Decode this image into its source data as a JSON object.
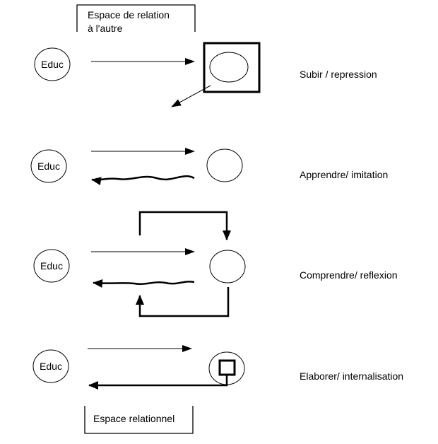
{
  "top_box": {
    "line1": "Espace de relation",
    "line2": "à l'autre"
  },
  "bottom_box": {
    "label": "Espace relationnel"
  },
  "rows": [
    {
      "source": "Educ",
      "stage": "Subir / repression"
    },
    {
      "source": "Educ",
      "stage": "Apprendre/ imitation"
    },
    {
      "source": "Educ",
      "stage": "Comprendre/ reflexion"
    },
    {
      "source": "Educ",
      "stage": "Elaborer/ internalisation"
    }
  ],
  "colors": {
    "ink": "#000000",
    "background": "#ffffff"
  }
}
